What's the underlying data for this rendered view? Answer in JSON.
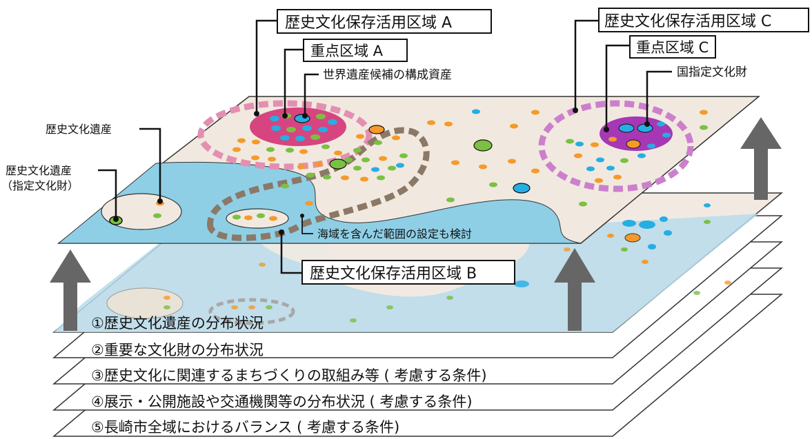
{
  "callouts": {
    "zone_a": "歴史文化保存活用区域 A",
    "zone_c": "歴史文化保存活用区域 C",
    "zone_b": "歴史文化保存活用区域 B",
    "priority_a": "重点区域 A",
    "priority_c": "重点区域 C",
    "world_heritage": "世界遺産候補の構成資産",
    "national_property": "国指定文化財",
    "heritage": "歴史文化遺産",
    "heritage_designated_1": "歴史文化遺産",
    "heritage_designated_2": "（指定文化財）",
    "sea_area": "海域を含んだ範囲の設定も検討"
  },
  "layers": [
    "①歴史文化遺産の分布状況",
    "②重要な文化財の分布状況",
    "③歴史文化に関連するまちづくりの取組み等 ( 考慮する条件)",
    "④展示・公開施設や交通機関等の分布状況 ( 考慮する条件)",
    "⑤長崎市全域におけるバランス ( 考慮する条件)"
  ],
  "colors": {
    "land": "#f1e9df",
    "sea": "#8ecfe6",
    "zone_pink": "#e38fb2",
    "priority_pink": "#d6457f",
    "zone_purple": "#cc80cc",
    "priority_purple": "#a638b5",
    "zone_brown": "#8b7866",
    "arrow": "#666666",
    "dot_orange": "#f59a2a",
    "dot_blue": "#25aee3",
    "dot_green": "#7bc043"
  }
}
